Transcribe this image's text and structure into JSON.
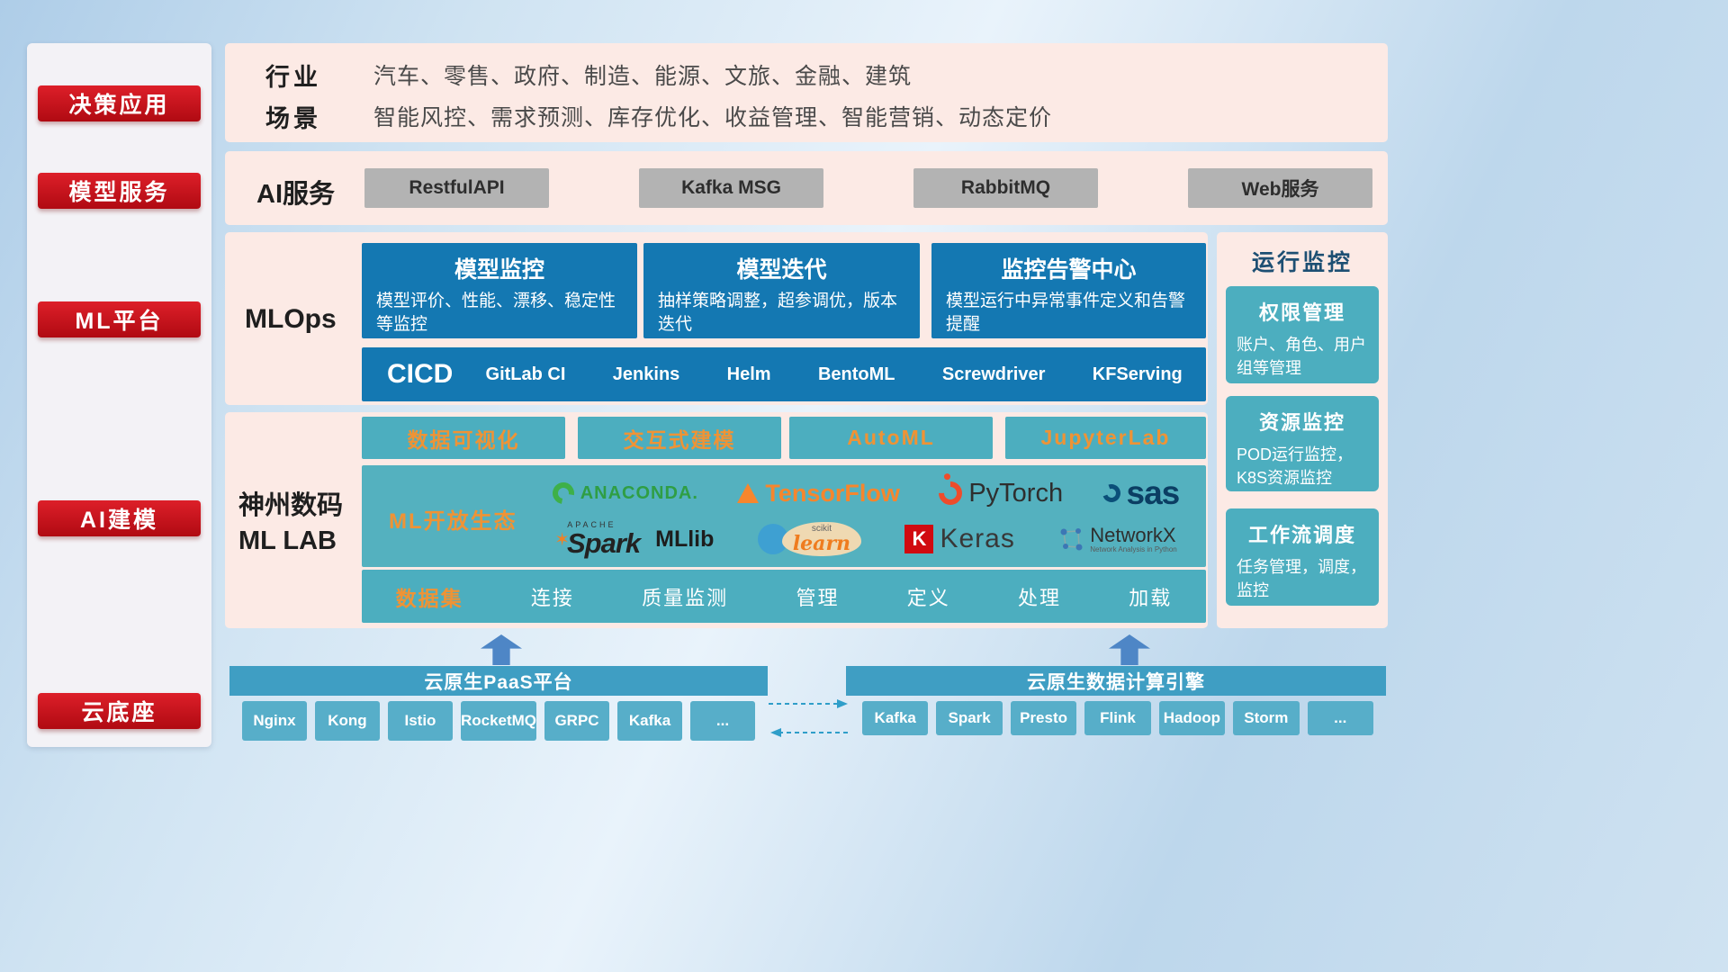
{
  "colors": {
    "accent_red": "#c5161d",
    "dark_teal": "#1478b2",
    "light_teal": "#4caebf",
    "orange": "#ef9335",
    "band_pink": "#fceae5"
  },
  "sidebar": {
    "items": [
      {
        "label": "决策应用"
      },
      {
        "label": "模型服务"
      },
      {
        "label": "ML平台"
      },
      {
        "label": "AI建模"
      },
      {
        "label": "云底座"
      }
    ]
  },
  "industry_band": {
    "rows": [
      {
        "label": "行业",
        "text": "汽车、零售、政府、制造、能源、文旅、金融、建筑"
      },
      {
        "label": "场景",
        "text": "智能风控、需求预测、库存优化、收益管理、智能营销、动态定价"
      }
    ]
  },
  "ai_service_band": {
    "label": "AI服务",
    "services": [
      "RestfulAPI",
      "Kafka MSG",
      "RabbitMQ",
      "Web服务"
    ]
  },
  "mlops_band": {
    "label": "MLOps",
    "cards": [
      {
        "title": "模型监控",
        "desc": "模型评价、性能、漂移、稳定性等监控"
      },
      {
        "title": "模型迭代",
        "desc": "抽样策略调整，超参调优，版本迭代"
      },
      {
        "title": "监控告警中心",
        "desc": "模型运行中异常事件定义和告警提醒"
      }
    ],
    "cicd_label": "CICD",
    "cicd_tools": [
      "GitLab CI",
      "Jenkins",
      "Helm",
      "BentoML",
      "Screwdriver",
      "KFServing"
    ]
  },
  "mllab_band": {
    "label_line1": "神州数码",
    "label_line2": "ML LAB",
    "top_tools": [
      "数据可视化",
      "交互式建模",
      "AutoML",
      "JupyterLab"
    ],
    "ecosystem_label": "ML开放生态",
    "logos": {
      "anaconda": "ANACONDA.",
      "tensorflow": "TensorFlow",
      "pytorch": "PyTorch",
      "sas": "sas",
      "apache": "APACHE",
      "spark": "Spark",
      "mllib": "MLlib",
      "scikit_top": "scikit",
      "scikit_main": "learn",
      "keras_letter": "K",
      "keras": "Keras",
      "networkx": "NetworkX",
      "networkx_sub": "Network Analysis in Python"
    },
    "dataset_label": "数据集",
    "dataset_items": [
      "连接",
      "质量监测",
      "管理",
      "定义",
      "处理",
      "加载"
    ]
  },
  "monitor_column": {
    "title": "运行监控",
    "cards": [
      {
        "title": "权限管理",
        "desc": "账户、角色、用户组等管理"
      },
      {
        "title": "资源监控",
        "desc": "POD运行监控，K8S资源监控"
      },
      {
        "title": "工作流调度",
        "desc": "任务管理，调度，监控"
      }
    ]
  },
  "bottom": {
    "paas": {
      "title": "云原生PaaS平台",
      "items": [
        "Nginx",
        "Kong",
        "Istio",
        "RocketMQ",
        "GRPC",
        "Kafka",
        "..."
      ]
    },
    "engine": {
      "title": "云原生数据计算引擎",
      "items": [
        "Kafka",
        "Spark",
        "Presto",
        "Flink",
        "Hadoop",
        "Storm",
        "..."
      ]
    }
  }
}
